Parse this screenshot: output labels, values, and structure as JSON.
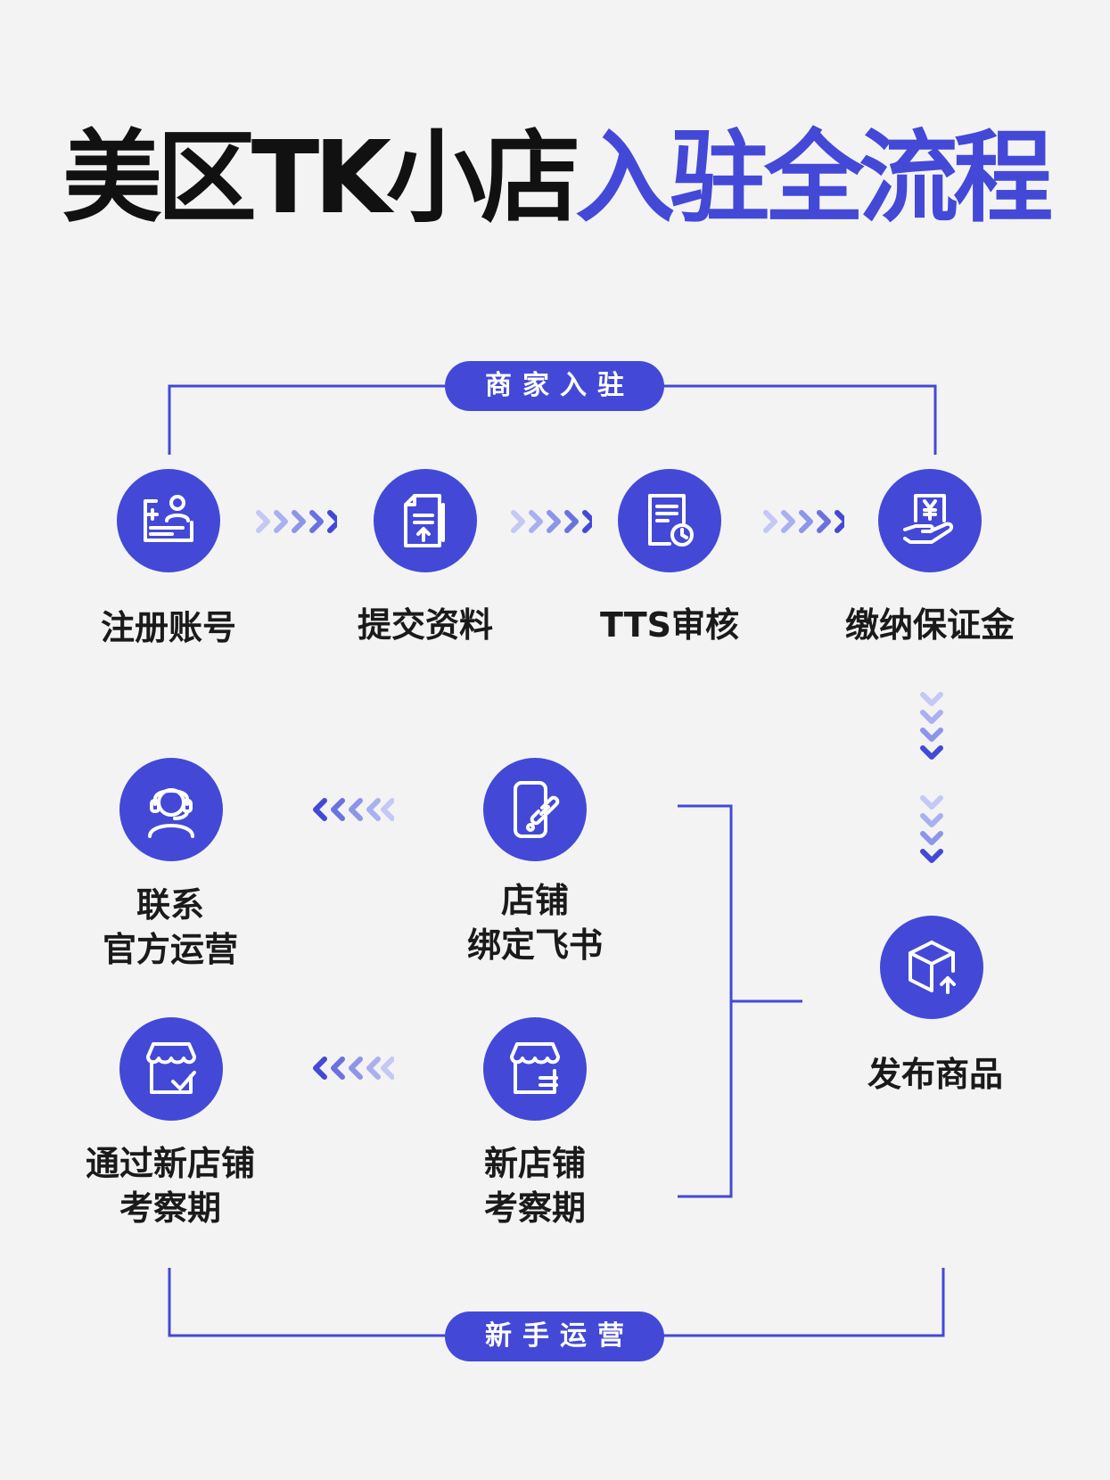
{
  "title": {
    "black": "美区TK小店",
    "blue": "入驻全流程"
  },
  "sections": {
    "merchant_entry": "商家入驻",
    "newbie_ops": "新手运营"
  },
  "steps": {
    "register": "注册账号",
    "submit": "提交资料",
    "review": "TTS审核",
    "deposit": "缴纳保证金",
    "publish": "发布商品",
    "bind_line1": "店铺",
    "bind_line2": "绑定飞书",
    "new_line1": "新店铺",
    "new_line2": "考察期",
    "contact_line1": "联系",
    "contact_line2": "官方运营",
    "pass_line1": "通过新店铺",
    "pass_line2": "考察期"
  },
  "colors": {
    "accent": "#4349d6",
    "arrow_light": "#a9b0ef",
    "text": "#1a1a1a",
    "background": "#f3f3f4"
  },
  "icons": {
    "register": "user-card-icon",
    "submit": "document-upload-icon",
    "review": "document-clock-icon",
    "deposit": "yen-hand-icon",
    "publish": "box-upload-icon",
    "bind": "phone-link-icon",
    "new_store": "store-icon",
    "contact": "headset-user-icon",
    "pass": "store-check-icon"
  }
}
